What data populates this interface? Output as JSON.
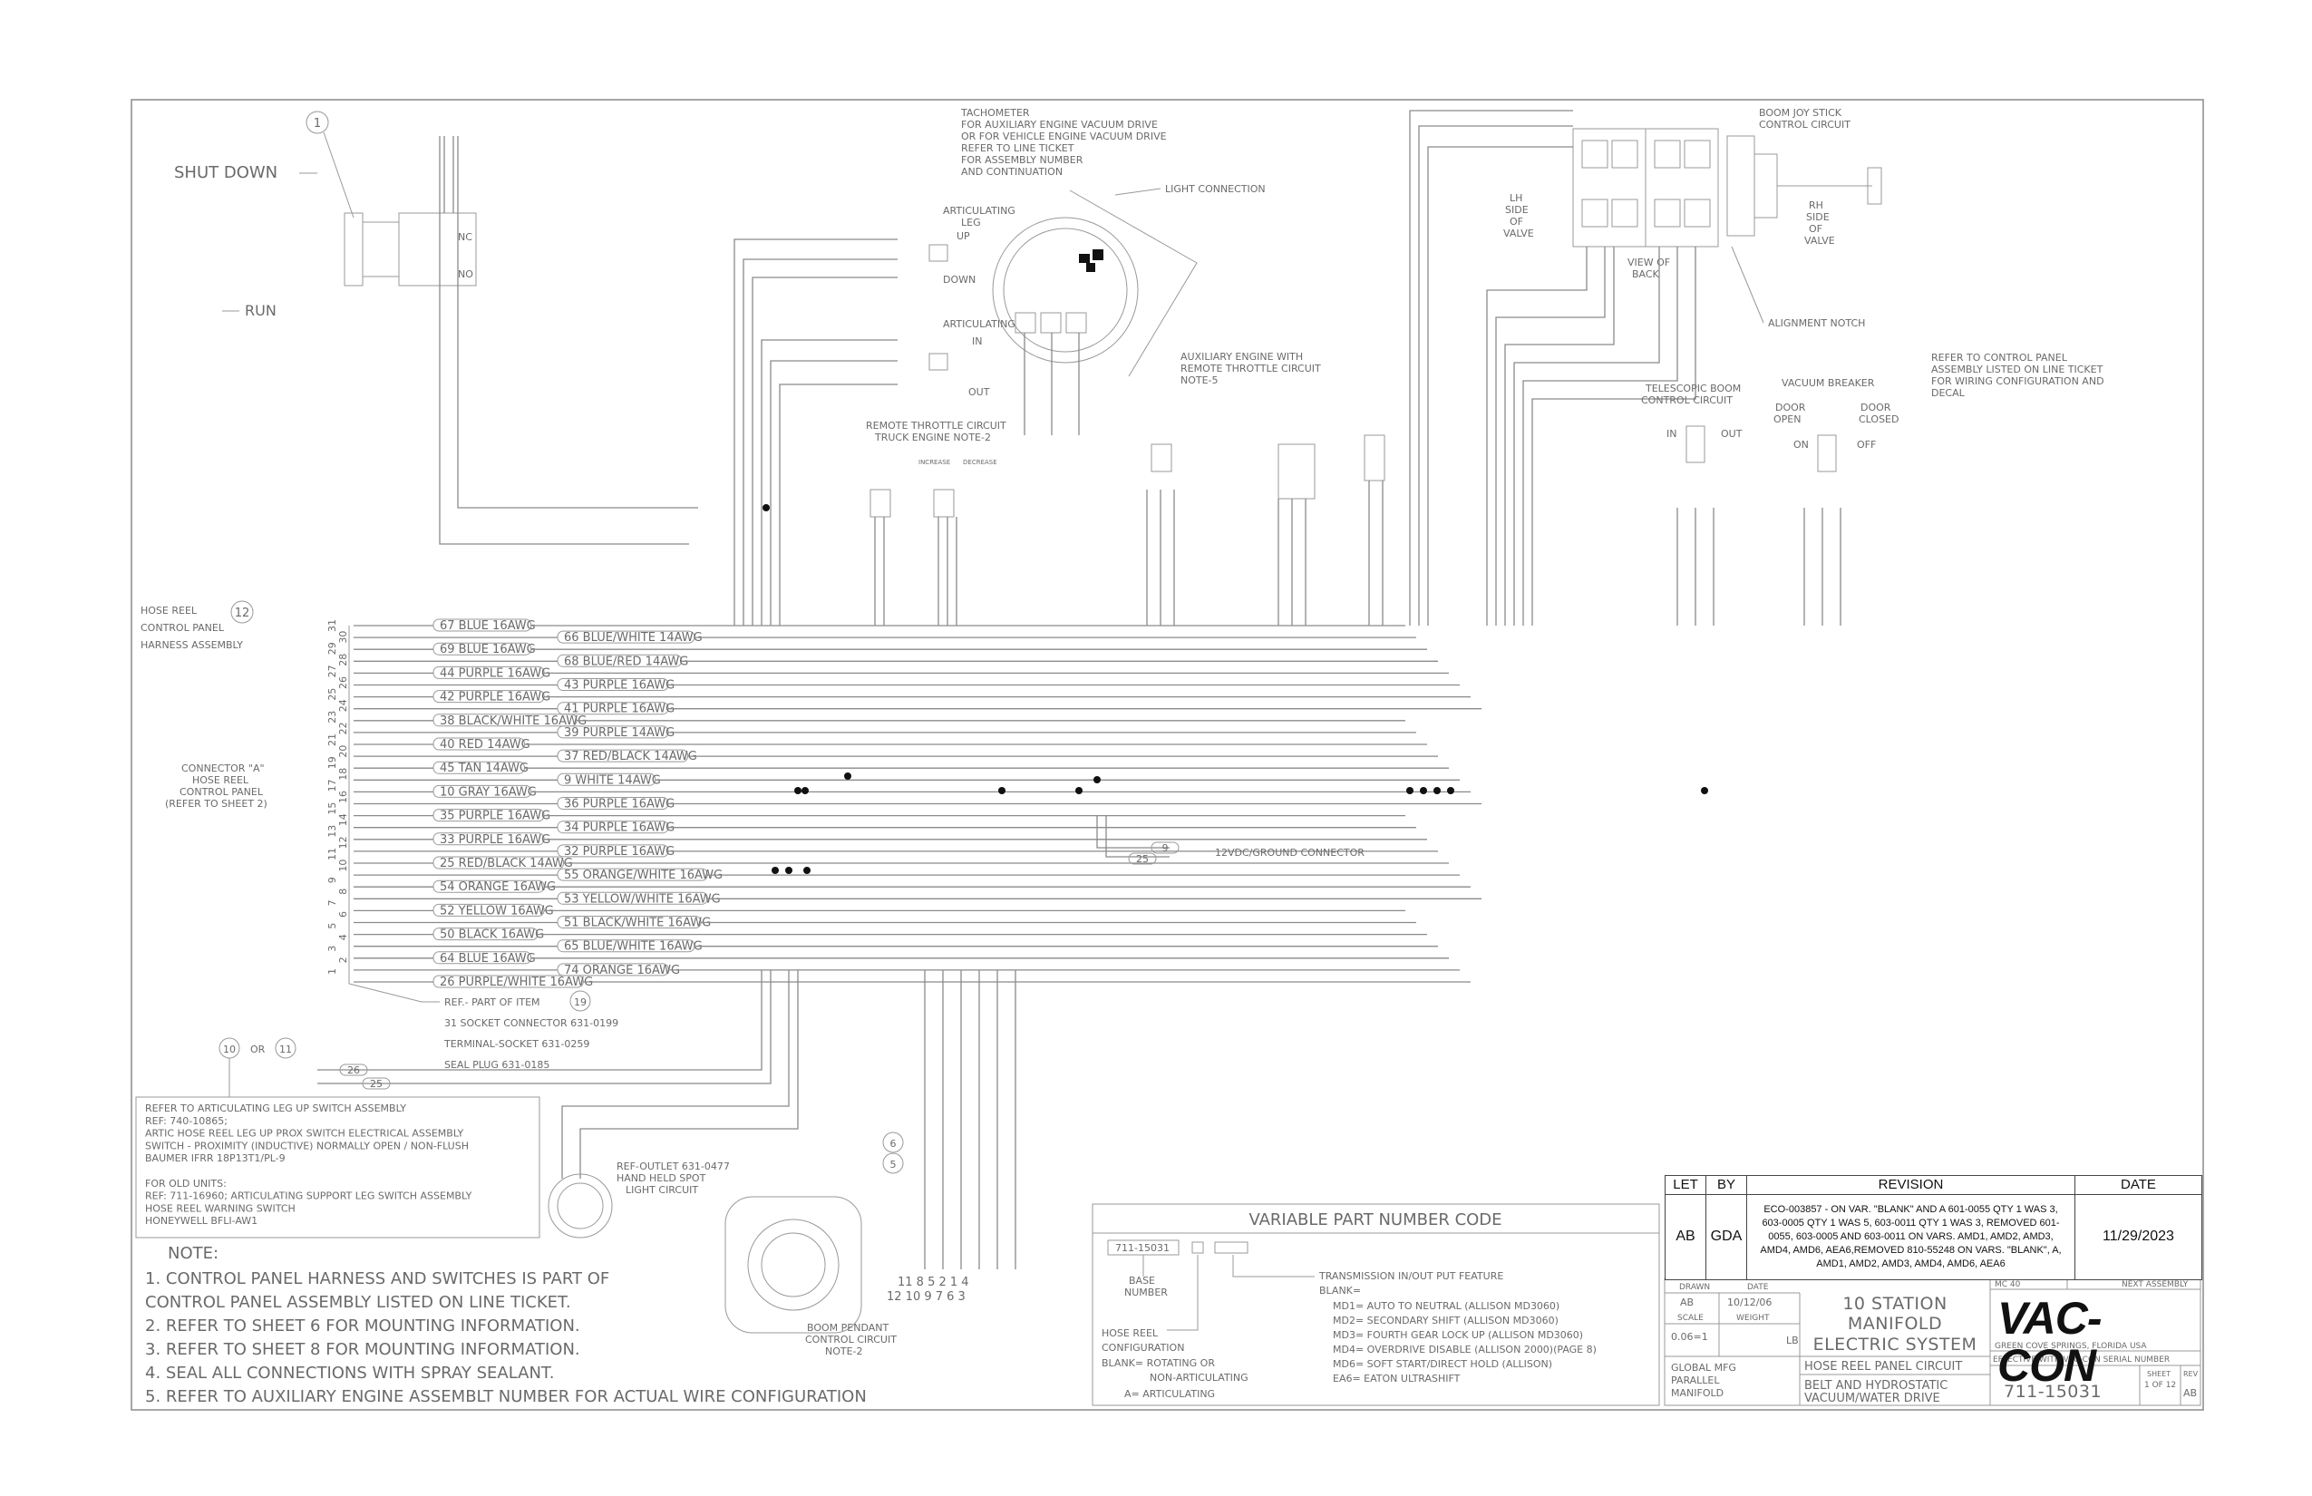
{
  "top": {
    "shut_down": "SHUT DOWN",
    "run": "RUN",
    "item1": "1",
    "nc": "NC",
    "no": "NO",
    "tach_lines": [
      "TACHOMETER",
      "FOR AUXILIARY ENGINE VACUUM DRIVE",
      "OR FOR VEHICLE ENGINE VACUUM DRIVE",
      "REFER TO LINE TICKET",
      "FOR ASSEMBLY NUMBER",
      "AND CONTINUATION"
    ],
    "light_connection": "LIGHT CONNECTION",
    "artic_leg": [
      "ARTICULATING",
      "LEG"
    ],
    "up": "UP",
    "down": "DOWN",
    "articulating": "ARTICULATING",
    "in": "IN",
    "out": "OUT",
    "aux_engine": [
      "AUXILIARY ENGINE WITH",
      "REMOTE THROTTLE CIRCUIT",
      "NOTE-5"
    ],
    "remote_throttle": [
      "REMOTE THROTTLE CIRCUIT",
      "TRUCK ENGINE NOTE-2"
    ],
    "increase": "INCREASE",
    "decrease": "DECREASE",
    "boom_joy": [
      "BOOM JOY STICK",
      "CONTROL CIRCUIT"
    ],
    "lh_side": [
      "LH",
      "SIDE",
      "OF",
      "VALVE"
    ],
    "rh_side": [
      "RH",
      "SIDE",
      "OF",
      "VALVE"
    ],
    "view_back": [
      "VIEW OF",
      "BACK"
    ],
    "alignment_notch": "ALIGNMENT NOTCH",
    "refer_control": [
      "REFER TO CONTROL PANEL",
      "ASSEMBLY LISTED ON LINE TICKET",
      "FOR WIRING CONFIGURATION AND",
      "DECAL"
    ],
    "telescopic": [
      "TELESCOPIC BOOM",
      "CONTROL CIRCUIT"
    ],
    "vacuum_breaker": "VACUUM BREAKER",
    "door_open": [
      "DOOR",
      "OPEN"
    ],
    "door_closed": [
      "DOOR",
      "CLOSED"
    ],
    "on": "ON",
    "off": "OFF"
  },
  "left": {
    "hose_reel_panel": [
      "HOSE REEL",
      "CONTROL PANEL",
      "HARNESS ASSEMBLY"
    ],
    "item12": "12",
    "connector_a": [
      "CONNECTOR \"A\"",
      "HOSE REEL",
      "CONTROL PANEL",
      "(REFER TO SHEET 2)"
    ],
    "pins": [
      "1",
      "2",
      "3",
      "4",
      "5",
      "6",
      "7",
      "8",
      "9",
      "10",
      "11",
      "12",
      "13",
      "14",
      "15",
      "16",
      "17",
      "18",
      "19",
      "20",
      "21",
      "22",
      "23",
      "24",
      "25",
      "26",
      "27",
      "28",
      "29",
      "30",
      "31"
    ],
    "ref_part": "REF.- PART OF ITEM",
    "item19": "19",
    "socket_conn": "31 SOCKET CONNECTOR 631-0199",
    "terminal_socket": "TERMINAL-SOCKET 631-0259",
    "seal_plug": "SEAL PLUG 631-0185",
    "item10": "10",
    "or": "OR",
    "item11": "11"
  },
  "wires": [
    {
      "label": "67 BLUE 16AWG"
    },
    {
      "label": "66 BLUE/WHITE 14AWG"
    },
    {
      "label": "69 BLUE 16AWG"
    },
    {
      "label": "68 BLUE/RED 14AWG"
    },
    {
      "label": "44 PURPLE 16AWG"
    },
    {
      "label": "43 PURPLE 16AWG"
    },
    {
      "label": "42 PURPLE 16AWG"
    },
    {
      "label": "41 PURPLE 16AWG"
    },
    {
      "label": "38 BLACK/WHITE 16AWG"
    },
    {
      "label": "39 PURPLE 14AWG"
    },
    {
      "label": "40 RED 14AWG"
    },
    {
      "label": "37 RED/BLACK 14AWG"
    },
    {
      "label": "45 TAN 14AWG"
    },
    {
      "label": "9 WHITE 14AWG"
    },
    {
      "label": "10 GRAY 16AWG"
    },
    {
      "label": "36 PURPLE 16AWG"
    },
    {
      "label": "35 PURPLE 16AWG"
    },
    {
      "label": "34 PURPLE 16AWG"
    },
    {
      "label": "33 PURPLE 16AWG"
    },
    {
      "label": "32 PURPLE 16AWG"
    },
    {
      "label": "25 RED/BLACK 14AWG"
    },
    {
      "label": "55 ORANGE/WHITE 16AWG"
    },
    {
      "label": "54 ORANGE 16AWG"
    },
    {
      "label": "53 YELLOW/WHITE 16AWG"
    },
    {
      "label": "52 YELLOW 16AWG"
    },
    {
      "label": "51 BLACK/WHITE 16AWG"
    },
    {
      "label": "50 BLACK 16AWG"
    },
    {
      "label": "65 BLUE/WHITE 16AWG"
    },
    {
      "label": "64 BLUE 16AWG"
    },
    {
      "label": "74 ORANGE 16AWG"
    },
    {
      "label": "26 PURPLE/WHITE 16AWG"
    }
  ],
  "middle": {
    "conn_12v": "12VDC/GROUND CONNECTOR",
    "w9": "9",
    "w25": "25",
    "w26": "26",
    "ref_outlet": [
      "REF-OUTLET 631-0477",
      "HAND HELD SPOT",
      "LIGHT CIRCUIT"
    ],
    "item6": "6",
    "item5": "5",
    "boom_pendant": [
      "BOOM PENDANT",
      "CONTROL CIRCUIT",
      "NOTE-2"
    ],
    "pendant_nums": "11 8 5 2 1 4",
    "pendant_nums2": "12 10 9 7 6 3",
    "plug_pins": [
      "1",
      "2",
      "3",
      "4",
      "5",
      "6",
      "7",
      "8",
      "9",
      "10",
      "11",
      "12"
    ]
  },
  "note_box": {
    "lines": [
      "REFER TO ARTICULATING LEG UP SWITCH ASSEMBLY",
      "REF: 740-10865;",
      "ARTIC HOSE REEL LEG UP PROX SWITCH ELECTRICAL ASSEMBLY",
      "SWITCH - PROXIMITY (INDUCTIVE) NORMALLY OPEN / NON-FLUSH",
      "BAUMER IFRR 18P13T1/PL-9",
      "",
      "FOR OLD UNITS:",
      "REF: 711-16960; ARTICULATING SUPPORT LEG SWITCH ASSEMBLY",
      "HOSE REEL WARNING SWITCH",
      "HONEYWELL BFLI-AW1"
    ]
  },
  "notes": {
    "title": "NOTE:",
    "items": [
      "1. CONTROL PANEL HARNESS AND SWITCHES IS PART OF",
      "    CONTROL PANEL ASSEMBLY LISTED ON LINE TICKET.",
      "2. REFER TO SHEET 6 FOR MOUNTING INFORMATION.",
      "3. REFER TO SHEET 8 FOR MOUNTING INFORMATION.",
      "4. SEAL ALL CONNECTIONS WITH SPRAY SEALANT.",
      "5. REFER TO AUXILIARY ENGINE ASSEMBLT NUMBER FOR ACTUAL WIRE CONFIGURATION"
    ]
  },
  "vpn": {
    "title": "VARIABLE PART NUMBER CODE",
    "base": "711-15031",
    "base_number": [
      "BASE",
      "NUMBER"
    ],
    "hose_config": [
      "HOSE REEL",
      "CONFIGURATION"
    ],
    "blank_rot": "BLANK=  ROTATING OR",
    "non_art": "NON-ARTICULATING",
    "a_art": "A=   ARTICULATING",
    "trans": "TRANSMISSION IN/OUT PUT FEATURE",
    "blank_eq": "BLANK=",
    "codes": [
      "MD1=  AUTO TO NEUTRAL (ALLISON MD3060)",
      "MD2=  SECONDARY SHIFT (ALLISON MD3060)",
      "MD3=  FOURTH GEAR LOCK UP (ALLISON MD3060)",
      "MD4=  OVERDRIVE DISABLE (ALLISON 2000)(PAGE 8)",
      "MD6=  SOFT START/DIRECT HOLD (ALLISON)",
      "EA6=  EATON ULTRASHIFT"
    ]
  },
  "revision": {
    "headers": {
      "let": "LET",
      "by": "BY",
      "rev": "REVISION",
      "date": "DATE"
    },
    "let": "AB",
    "by": "GDA",
    "desc": "ECO-003857 - ON VAR. \"BLANK\" AND A 601-0055 QTY 1 WAS 3, 603-0005 QTY 1 WAS 5, 603-0011 QTY 1 WAS 3, REMOVED 601-0055, 603-0005 AND 603-0011 ON VARS. AMD1, AMD2, AMD3, AMD4, AMD6, AEA6,REMOVED 810-55248 ON VARS. \"BLANK\", A, AMD1, AMD2, AMD3, AMD4, AMD6, AEA6",
    "date": "11/29/2023"
  },
  "title_block": {
    "drawn_lbl": "DRAWN",
    "drawn": "AB",
    "date_lbl": "DATE",
    "date": "10/12/06",
    "scale_lbl": "SCALE",
    "scale": "0.06=1",
    "weight_lbl": "WEIGHT",
    "weight": "LB",
    "mc": "MC 40",
    "next_assembly": "NEXT ASSEMBLY",
    "title1": "10 STATION",
    "title2": "MANIFOLD",
    "title3": "ELECTRIC SYSTEM",
    "subtitle": "HOSE REEL PANEL CIRCUIT",
    "global": [
      "GLOBAL MFG",
      "PARALLEL",
      "MANIFOLD"
    ],
    "desc2": [
      "BELT AND HYDROSTATIC",
      "VACUUM/WATER DRIVE"
    ],
    "logo": "VAC-CON",
    "address": "GREEN COVE SPRINGS, FLORIDA USA",
    "effective": "EFFECTIVE WITH VAC-CON SERIAL NUMBER",
    "dwg_no": "711-15031",
    "sheet_lbl": "SHEET",
    "sheet": "1 OF 12",
    "rev_lbl": "REV",
    "rev": "AB"
  },
  "colors": {
    "line": "#8a8a8a",
    "text": "#6a6a6a",
    "ink": "#111111"
  }
}
